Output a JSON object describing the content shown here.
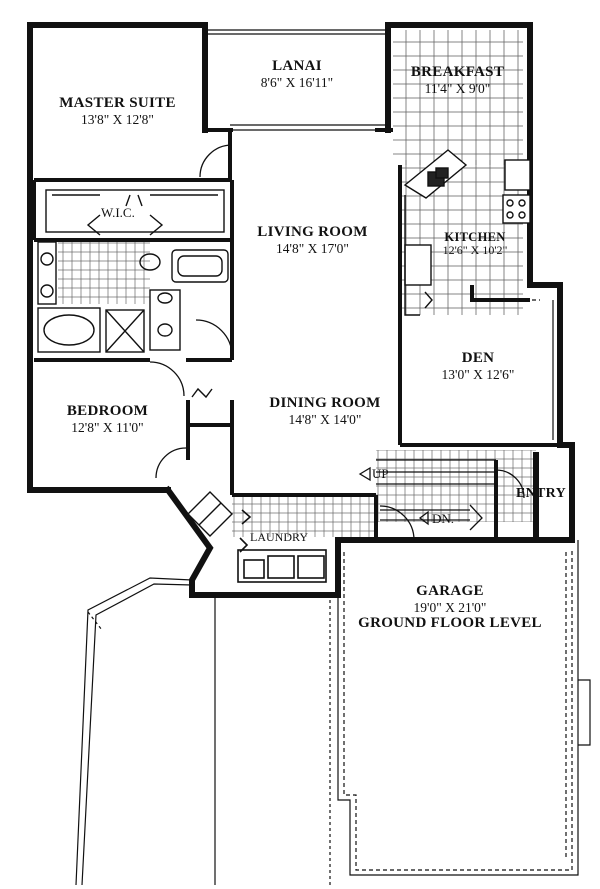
{
  "rooms": {
    "lanai": {
      "name": "LANAI",
      "dims": "8'6\" X 16'11\""
    },
    "breakfast": {
      "name": "BREAKFAST",
      "dims": "11'4\" X 9'0\""
    },
    "master": {
      "name": "MASTER SUITE",
      "dims": "13'8\" X 12'8\""
    },
    "wic": {
      "name": "W.I.C."
    },
    "living": {
      "name": "LIVING ROOM",
      "dims": "14'8\" X 17'0\""
    },
    "kitchen": {
      "name": "KITCHEN",
      "dims": "12'6\" X 10'2\""
    },
    "den": {
      "name": "DEN",
      "dims": "13'0\" X 12'6\""
    },
    "bedroom": {
      "name": "BEDROOM",
      "dims": "12'8\" X 11'0\""
    },
    "dining": {
      "name": "DINING ROOM",
      "dims": "14'8\" X 14'0\""
    },
    "entry": {
      "name": "ENTRY"
    },
    "laundry": {
      "name": "LAUNDRY"
    },
    "garage": {
      "name": "GARAGE",
      "dims": "19'0\" X 21'0\"",
      "level": "GROUND FLOOR LEVEL"
    }
  },
  "stairs": {
    "up": "UP",
    "down": "DN."
  },
  "colors": {
    "wall": "#111111",
    "paper": "#ffffff",
    "tile": "#555555"
  }
}
